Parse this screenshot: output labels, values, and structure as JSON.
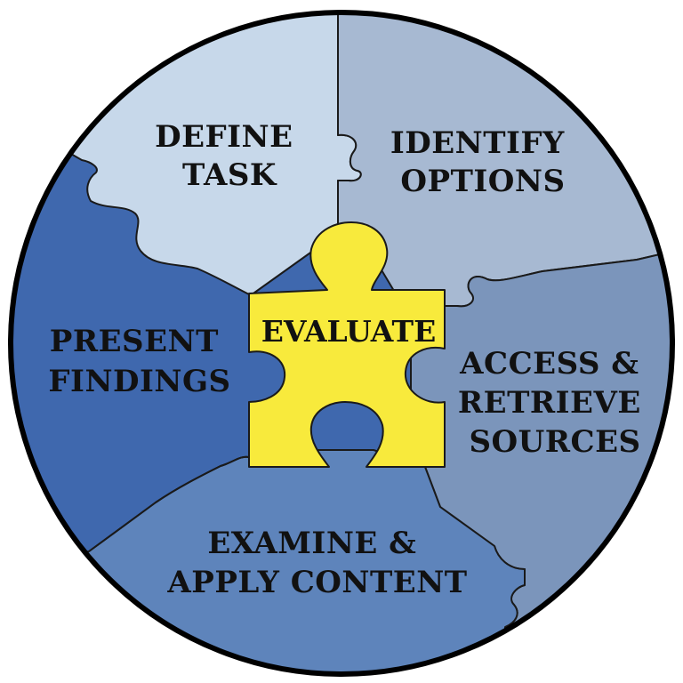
{
  "colors": {
    "define": "#c7d8ea",
    "identify": "#a7b9d2",
    "access": "#7b95bb",
    "examine": "#5e84bb",
    "present": "#3f68ae",
    "evaluate": "#f8ea3c"
  },
  "segments": {
    "define": {
      "line1": "DEFINE",
      "line2": "TASK"
    },
    "identify": {
      "line1": "IDENTIFY",
      "line2": "OPTIONS"
    },
    "access": {
      "line1": "ACCESS &",
      "line2": "RETRIEVE",
      "line3": "SOURCES"
    },
    "examine": {
      "line1": "EXAMINE &",
      "line2": "APPLY CONTENT"
    },
    "present": {
      "line1": "PRESENT",
      "line2": "FINDINGS"
    }
  },
  "center": {
    "label": "EVALUATE"
  }
}
